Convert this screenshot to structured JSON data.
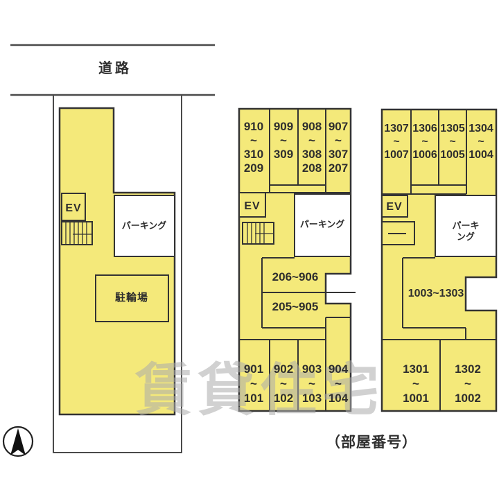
{
  "colors": {
    "building_fill": "#f4e97a",
    "wall": "#333333",
    "parking_fill": "#ffffff"
  },
  "road": {
    "label": "道路"
  },
  "note": "（部屋番号）",
  "watermark": "賃貸住宅",
  "site_building": {
    "ev": "EV",
    "parking": "パーキング",
    "bicycle_parking": "駐輪場"
  },
  "middle_building": {
    "upper_rooms": [
      "910\n~\n310\n209",
      "909\n~\n309",
      "908\n~\n308\n208",
      "907\n~\n307\n207"
    ],
    "ev": "EV",
    "parking": "パーキング",
    "mid_rooms": [
      "206~906",
      "205~905"
    ],
    "lower_rooms": [
      "901\n~\n101",
      "902\n~\n102",
      "903\n~\n103",
      "904\n~\n104"
    ]
  },
  "right_building": {
    "upper_rooms": [
      "1307\n~\n1007",
      "1306\n~\n1006",
      "1305\n~\n1005",
      "1304\n~\n1004"
    ],
    "ev": "EV",
    "parking": "パーキング",
    "mid_rooms": [
      "1003~1303"
    ],
    "lower_rooms": [
      "1301\n~\n1001",
      "1302\n~\n1002"
    ]
  }
}
